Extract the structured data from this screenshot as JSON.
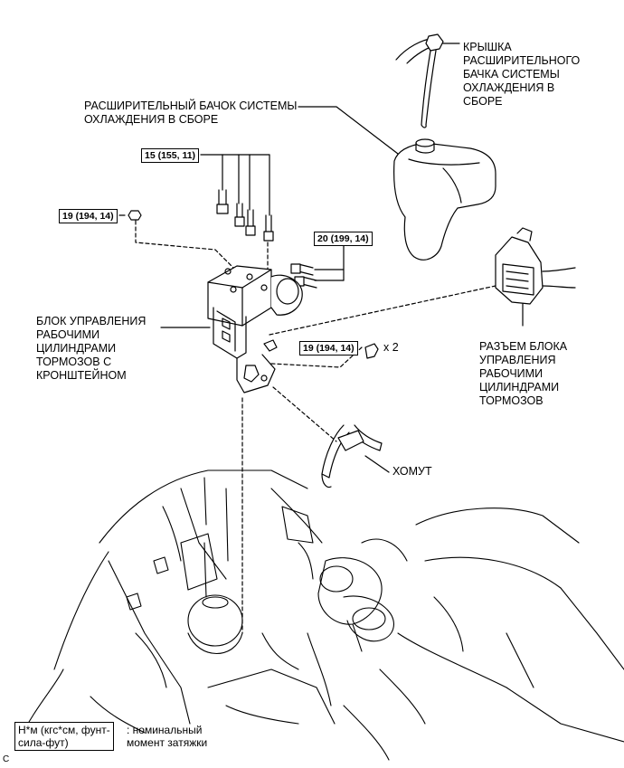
{
  "labels": {
    "reservoir_cap": "КРЫШКА\nРАСШИРИТЕЛЬНОГО\nБАЧКА СИСТЕМЫ\nОХЛАЖДЕНИЯ В\nСБОРЕ",
    "reservoir": "РАСШИРИТЕЛЬНЫЙ БАЧОК СИСТЕМЫ\nОХЛАЖДЕНИЯ В СБОРЕ",
    "actuator": "БЛОК УПРАВЛЕНИЯ\nРАБОЧИМИ\nЦИЛИНДРАМИ\nТОРМОЗОВ С\nКРОНШТЕЙНОМ",
    "connector": "РАЗЪЕМ БЛОКА\nУПРАВЛЕНИЯ\nРАБОЧИМИ\nЦИЛИНДРАМИ\nТОРМОЗОВ",
    "clamp": "ХОМУТ"
  },
  "torque": {
    "t1": "15 (155, 11)",
    "t2": "19 (194, 14)",
    "t3": "20 (199, 14)",
    "t4": "19 (194, 14)",
    "quantity": "x 2"
  },
  "legend": {
    "box": "Н*м (кгс*см, фунт-\nсила-фут)",
    "desc": ": номинальный\nмомент затяжки"
  },
  "figure_code": "C"
}
